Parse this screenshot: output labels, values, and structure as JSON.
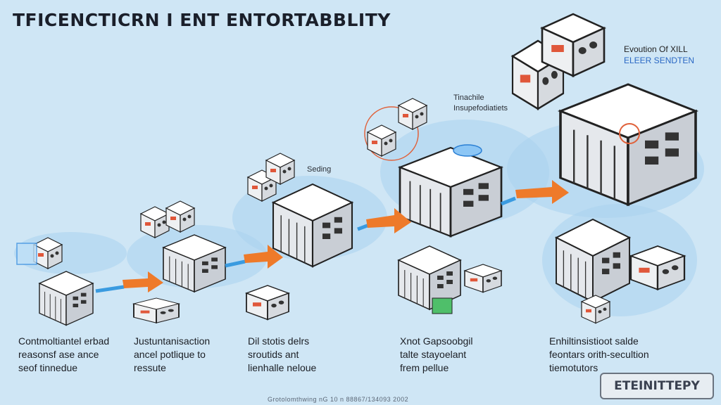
{
  "title": "TFICENCTICRN I ENT ENTORTABBLITY",
  "evolution": {
    "line1": "Evoution Of XILL",
    "line2": "ELEER SENDTEN"
  },
  "notes": {
    "tinachile": "Tinachile\nInsupefodiatiets",
    "seding": "Seding"
  },
  "captions": [
    "Contmoltiantel erbad\nreasonsf ase ance\nseof tinnedue",
    "Justuntanisaction\nancel potlique to\nressute",
    "Dil stotis delrs\nsroutids ant\nlienhalle neloue",
    "Xnot Gapsoobgil\ntalte stayoelant\nfrem pellue",
    "Enhiltinsistioot salde\nfeontars orith-secultion\ntiemotutors"
  ],
  "logo": "ETEINITTEPY",
  "footer": "Grotolomthwing nG 10 n 88867/134093 2002",
  "colors": {
    "background": "#cfe6f5",
    "arrow": "#ee7a2a",
    "accent_blue": "#2a68c4"
  }
}
